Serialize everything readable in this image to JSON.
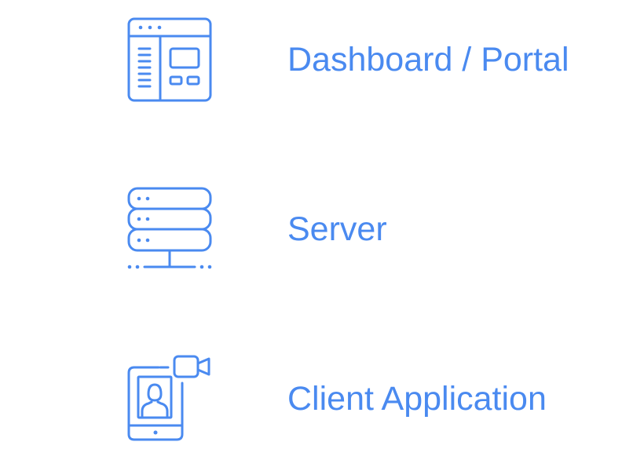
{
  "accent_color": "#4a8af0",
  "items": [
    {
      "label": "Dashboard / Portal",
      "icon": "dashboard-icon"
    },
    {
      "label": "Server",
      "icon": "server-icon"
    },
    {
      "label": "Client Application",
      "icon": "mobile-video-call-icon"
    }
  ]
}
